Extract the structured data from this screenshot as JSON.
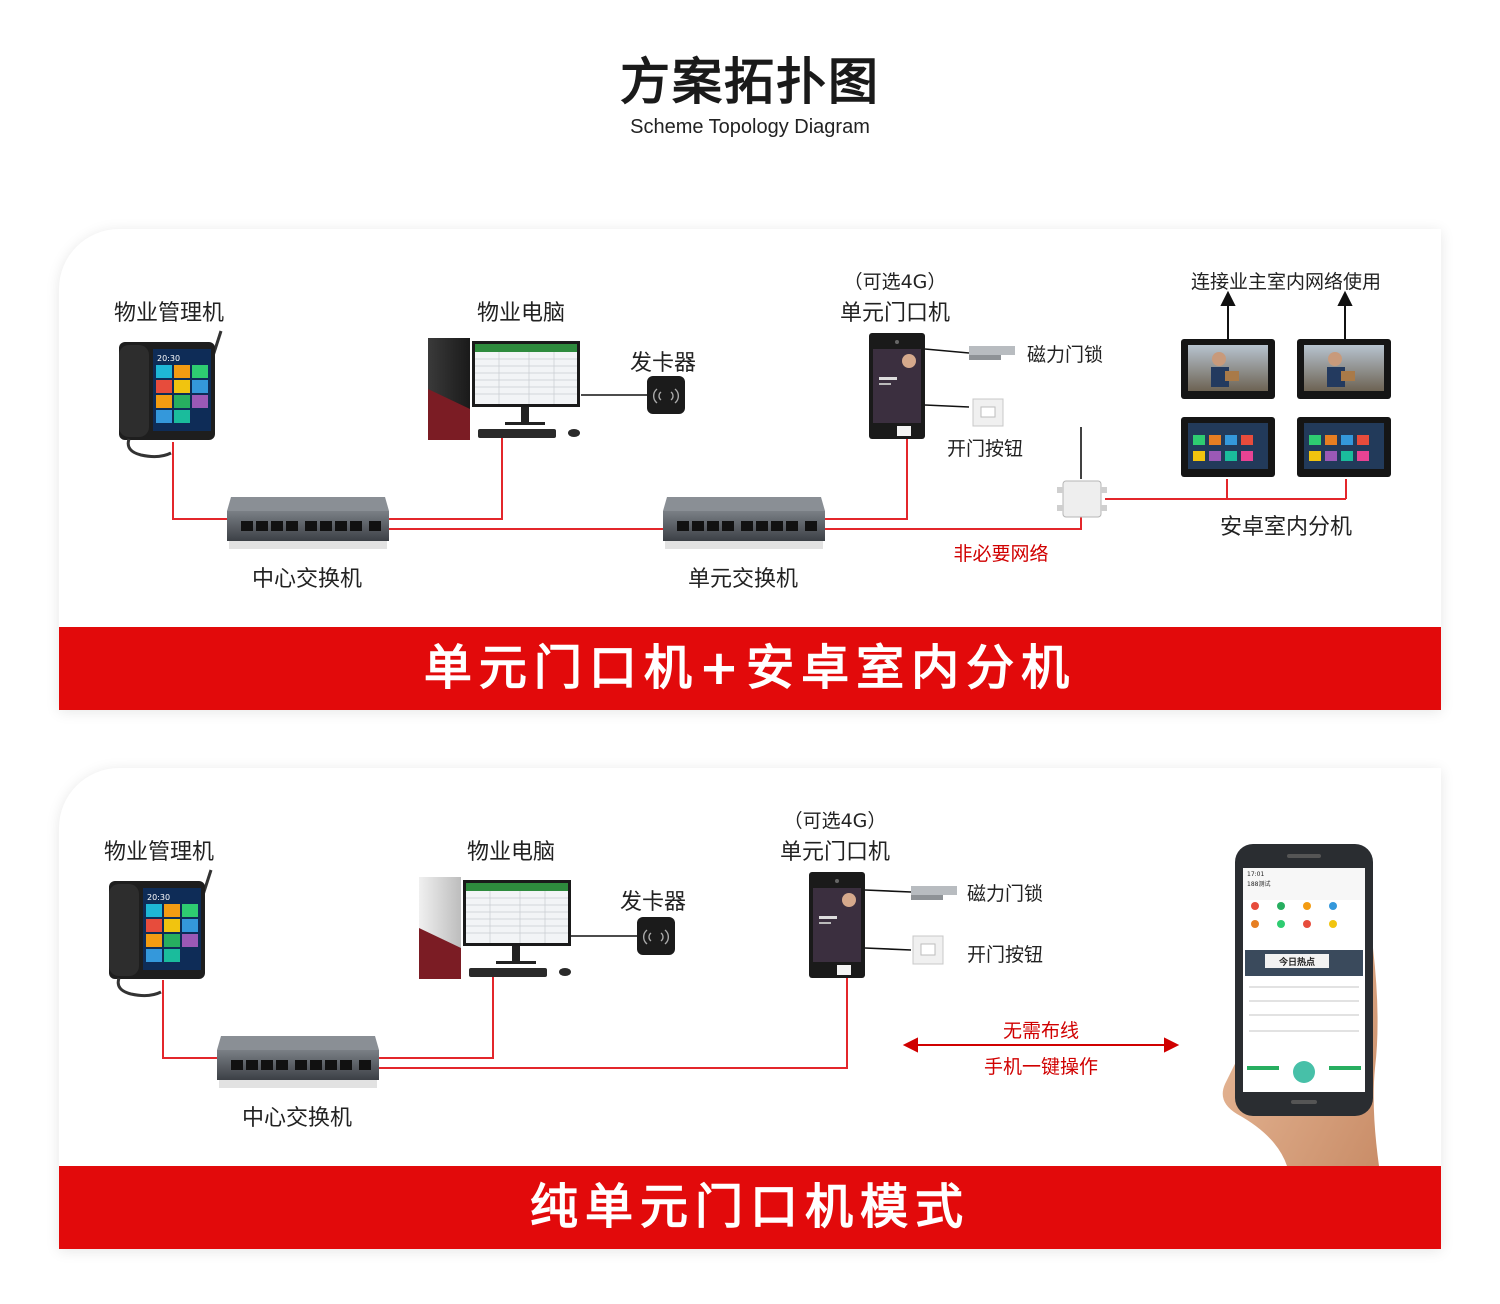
{
  "title": "方案拓扑图",
  "subtitle": "Scheme Topology Diagram",
  "panel1": {
    "banner": "单元门口机+安卓室内分机",
    "property_terminal": "物业管理机",
    "property_pc": "物业电脑",
    "card_reader": "发卡器",
    "optional_4g": "（可选4G）",
    "door_unit": "单元门口机",
    "mag_lock": "磁力门锁",
    "exit_button": "开门按钮",
    "home_network": "连接业主室内网络使用",
    "indoor_unit": "安卓室内分机",
    "central_switch": "中心交换机",
    "unit_switch": "单元交换机",
    "optional_network": "非必要网络"
  },
  "panel2": {
    "banner": "纯单元门口机模式",
    "property_terminal": "物业管理机",
    "property_pc": "物业电脑",
    "card_reader": "发卡器",
    "optional_4g": "（可选4G）",
    "door_unit": "单元门口机",
    "mag_lock": "磁力门锁",
    "exit_button": "开门按钮",
    "central_switch": "中心交换机",
    "no_wiring": "无需布线",
    "one_key": "手机一键操作"
  },
  "screens": {
    "clock": "20:30",
    "phone_time": "17:01",
    "phone_app": "188测试",
    "phone_news": "今日热点"
  },
  "colors": {
    "accent": "#e20a0b",
    "wire": "#e3262b",
    "device_dark": "#1e1e1e"
  }
}
